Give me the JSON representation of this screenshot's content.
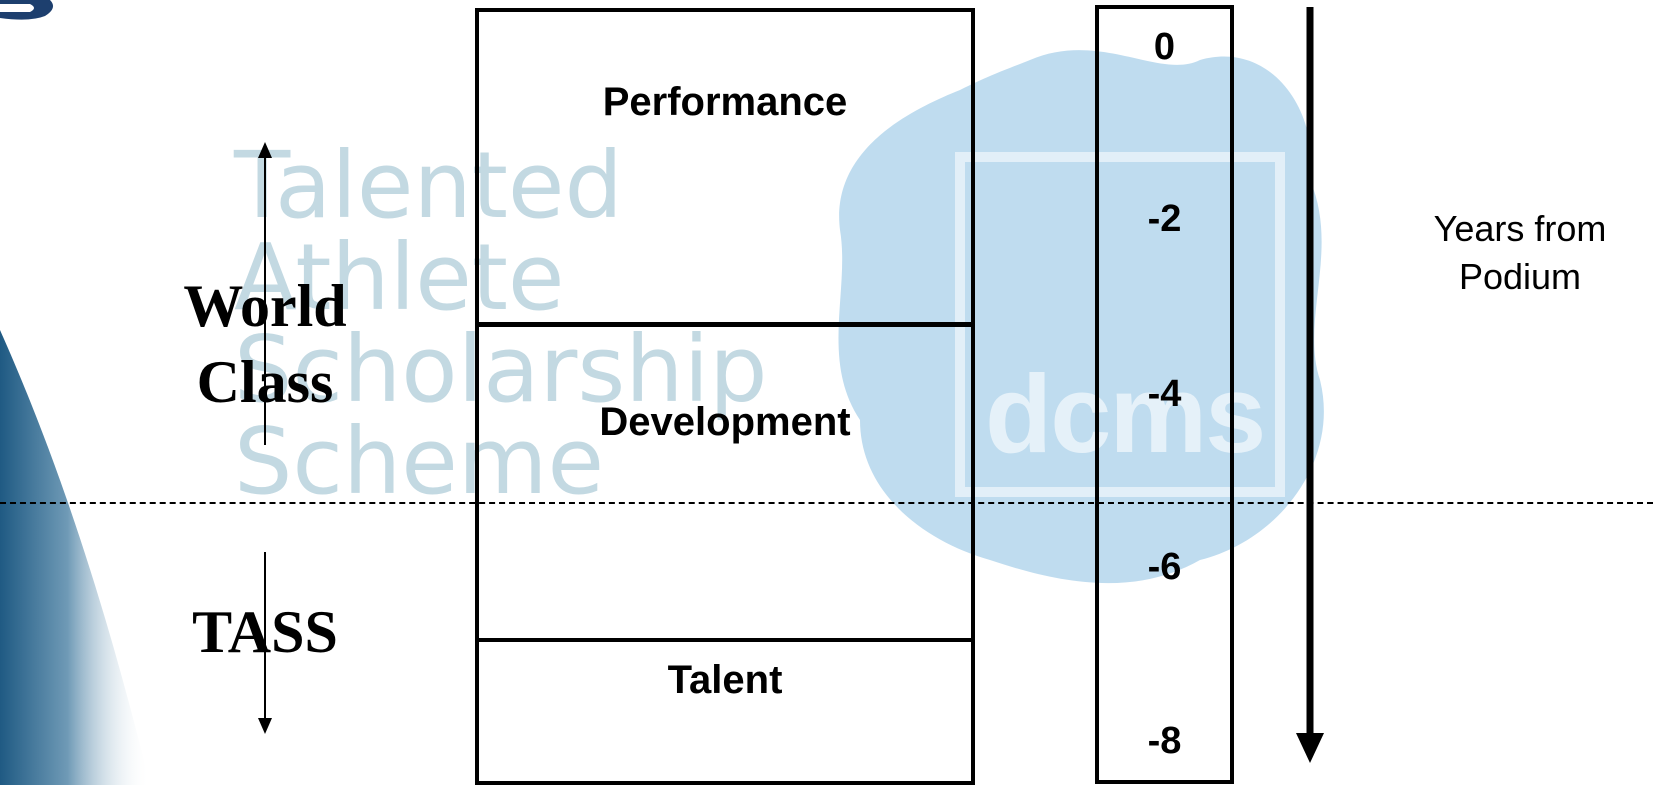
{
  "stages": [
    {
      "id": "performance",
      "label": "Performance"
    },
    {
      "id": "development",
      "label": "Development"
    },
    {
      "id": "talent",
      "label": "Talent"
    }
  ],
  "scale": {
    "ticks": [
      "0",
      "-2",
      "-4",
      "-6",
      "-8"
    ],
    "caption_line1": "Years from",
    "caption_line2": "Podium"
  },
  "side_labels": {
    "world_class_line1": "World",
    "world_class_line2": "Class",
    "tass": "TASS"
  },
  "watermark": {
    "lines": [
      "Talented",
      "Athlete",
      "Scholarship",
      "Scheme"
    ],
    "logo_text": "dcms"
  },
  "colors": {
    "watermark_blue": "#a9d0ea",
    "watermark_text": "#c3d9e2",
    "swoosh_blue": "#1f5a83",
    "line": "#000000"
  }
}
